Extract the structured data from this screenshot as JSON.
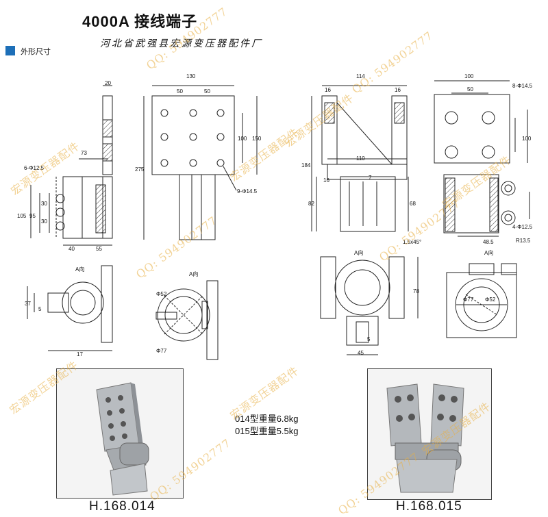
{
  "header": {
    "title": "4000A  接线端子",
    "subtitle": "河北省武强县宏源变压器配件厂",
    "section_label": "外形尺寸",
    "accent_color": "#1d6fb8"
  },
  "drawing_left": {
    "dims": [
      "20",
      "130",
      "50",
      "50",
      "100",
      "150",
      "275",
      "6-Φ12.5",
      "73",
      "105",
      "95",
      "30",
      "30",
      "9-Φ14.5",
      "40",
      "55",
      "A向",
      "A向",
      "37",
      "5",
      "17",
      "Φ52",
      "Φ77"
    ]
  },
  "drawing_right": {
    "dims": [
      "114",
      "16",
      "16",
      "100",
      "50",
      "8-Φ14.5",
      "110",
      "100",
      "184",
      "16",
      "7",
      "82",
      "68",
      "4-Φ12.5",
      "R13.5",
      "1.5x45°",
      "48.5",
      "A向",
      "A向",
      "78",
      "Φ77",
      "Φ52",
      "5",
      "45"
    ]
  },
  "weights": {
    "line1": "014型重量6.8kg",
    "line2": "015型重量5.5kg"
  },
  "products": [
    {
      "model": "H.168.014"
    },
    {
      "model": "H.168.015"
    }
  ],
  "watermark": {
    "text_cn": "宏源变压器配件",
    "text_qq": "QQ: 594902777",
    "color": "#e8b043"
  }
}
